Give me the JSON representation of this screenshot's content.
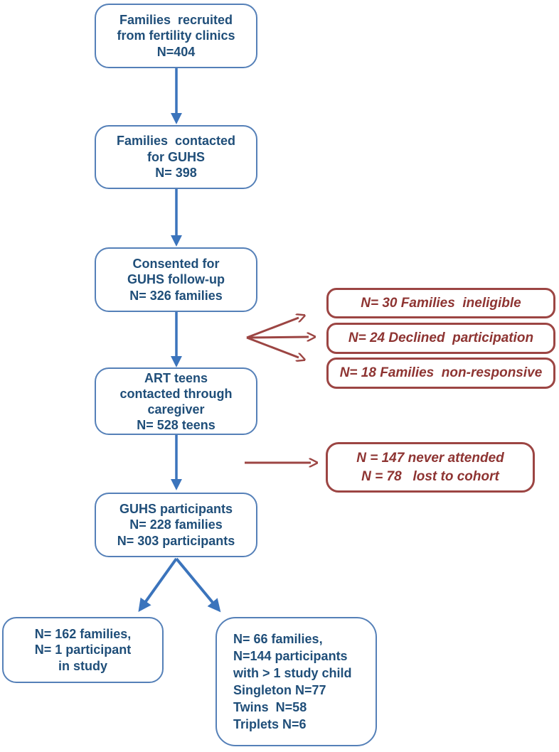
{
  "colors": {
    "blue_border": "#5580b8",
    "blue_text": "#1f4e79",
    "blue_arrow": "#3b74bc",
    "red_border": "#9c4543",
    "red_text": "#8e3432",
    "background": "#ffffff"
  },
  "flow": {
    "recruited": {
      "lines": [
        "Families  recruited",
        "from fertility clinics",
        "N=404"
      ]
    },
    "contacted": {
      "lines": [
        "Families  contacted",
        "for GUHS",
        "N= 398"
      ]
    },
    "consented": {
      "lines": [
        "Consented for",
        "GUHS follow-up",
        "N= 326 families"
      ]
    },
    "art_teens": {
      "lines": [
        "ART teens",
        "contacted through",
        "caregiver",
        "N= 528 teens"
      ]
    },
    "participants": {
      "lines": [
        "GUHS participants",
        "N= 228 families",
        "N= 303 participants"
      ]
    },
    "single_child": {
      "lines": [
        "N= 162 families,",
        "N= 1 participant",
        "in study"
      ]
    },
    "multi_child": {
      "lines": [
        "N= 66 families,",
        "N=144 participants",
        "with > 1 study child",
        "Singleton N=77",
        "Twins  N=58",
        "Triplets N=6"
      ]
    }
  },
  "exclusions": {
    "ineligible": {
      "lines": [
        "N= 30 Families  ineligible"
      ]
    },
    "declined": {
      "lines": [
        "N= 24 Declined  participation"
      ]
    },
    "nonresponsive": {
      "lines": [
        "N= 18 Families  non-responsive"
      ]
    },
    "attrition": {
      "lines": [
        "N = 147 never attended",
        "N = 78   lost to cohort"
      ]
    }
  }
}
